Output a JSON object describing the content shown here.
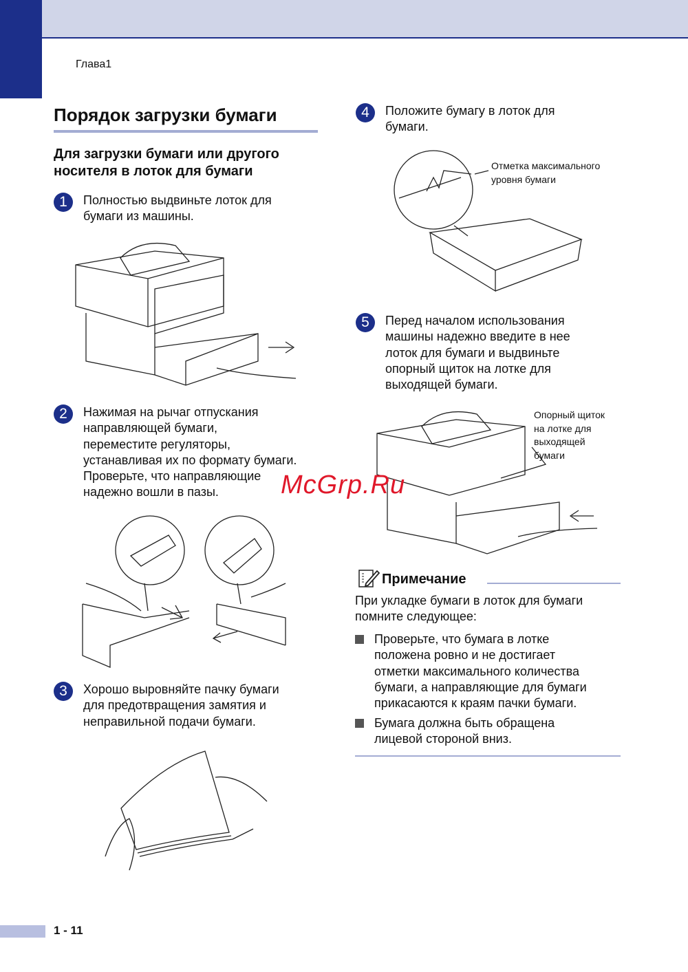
{
  "header": {
    "chapter": "Глава1"
  },
  "title": "Порядок загрузки бумаги",
  "subtitle": [
    "Для загрузки бумаги или другого",
    "носителя в лоток для бумаги"
  ],
  "steps": [
    {
      "num": "1",
      "lines": [
        "Полностью выдвиньте лоток для",
        "бумаги из машины."
      ]
    },
    {
      "num": "2",
      "lines": [
        "Нажимая на рычаг отпускания",
        "направляющей бумаги,",
        "переместите регуляторы,",
        "устанавливая их по формату бумаги.",
        "Проверьте, что направляющие",
        "надежно вошли в пазы."
      ]
    },
    {
      "num": "3",
      "lines": [
        "Хорошо выровняйте пачку бумаги",
        "для предотвращения замятия и",
        "неправильной подачи бумаги."
      ]
    },
    {
      "num": "4",
      "lines": [
        "Положите бумагу в лоток для",
        "бумаги."
      ]
    },
    {
      "num": "5",
      "lines": [
        "Перед началом использования",
        "машины надежно введите в нее",
        "лоток для бумаги и выдвиньте",
        "опорный щиток на лотке для",
        "выходящей бумаги."
      ]
    }
  ],
  "captions": {
    "max_mark": [
      "Отметка максимального",
      "уровня бумаги"
    ],
    "support_flap": [
      "Опорный щиток",
      "на лотке для",
      "выходящей",
      "бумаги"
    ]
  },
  "watermark": "McGrp.Ru",
  "note": {
    "title": "Примечание",
    "intro": [
      "При укладке бумаги в лоток для бумаги",
      "помните следующее:"
    ],
    "bullets": [
      [
        "Проверьте, что бумага в лотке",
        "положена ровно и не достигает",
        "отметки максимального количества",
        "бумаги, а направляющие для бумаги",
        "прикасаются к краям пачки бумаги."
      ],
      [
        "Бумага должна быть обращена",
        "лицевой стороной вниз."
      ]
    ]
  },
  "footer": {
    "page": "1 - 11"
  },
  "colors": {
    "brand": "#1c2f8a",
    "band": "#d0d5e8",
    "rule": "#a3acd3",
    "watermark": "#e0182a"
  }
}
